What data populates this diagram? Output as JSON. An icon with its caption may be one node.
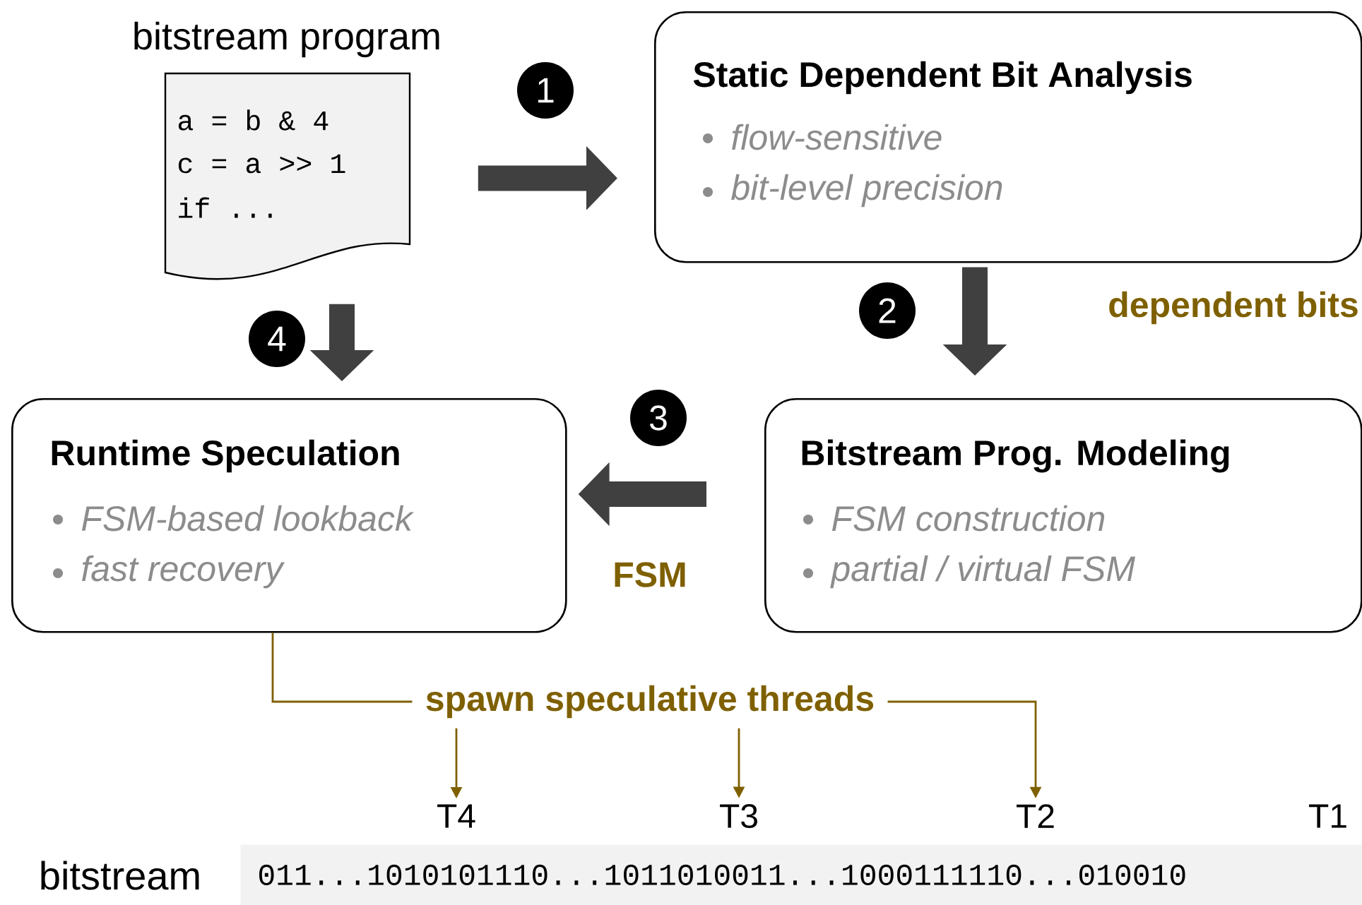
{
  "diagram": {
    "nodes": [
      {
        "text": [
          "bitstream program",
          "a = b & 4",
          "c = a >> 1",
          "if ..."
        ]
      },
      {
        "text": [
          "Static Dependent Bit Analysis",
          "flow-sensitive",
          "bit-level precision"
        ]
      },
      {
        "text": [
          "Bitstream Prog. Modeling",
          "FSM construction",
          "partial / virtual FSM"
        ]
      },
      {
        "text": [
          "Runtime Speculation",
          "FSM-based lookback",
          "fast recovery"
        ]
      },
      {
        "text": [
          "spawn speculative threads"
        ]
      },
      {
        "text": [
          "T4"
        ]
      },
      {
        "text": [
          "T3"
        ]
      },
      {
        "text": [
          "T2"
        ]
      },
      {
        "text": [
          "011...1010101110...1011010011...1000111110...010010"
        ],
        "beside": [
          "bitstream"
        ]
      }
    ],
    "edges": [
      {
        "from": 0,
        "to": 1,
        "arrow": "to",
        "label": "1",
        "style": "thick"
      },
      {
        "from": 1,
        "to": 2,
        "arrow": "to",
        "label": "2",
        "style": "thick"
      },
      {
        "from": 2,
        "to": 3,
        "arrow": "to",
        "label": "3",
        "style": "thick"
      },
      {
        "from": 0,
        "to": 3,
        "arrow": "to",
        "label": "4",
        "style": "thick"
      },
      {
        "from": 3,
        "to": 4,
        "arrow": "none",
        "color": "#7f6000"
      },
      {
        "from": 4,
        "to": 5,
        "arrow": "to",
        "color": "#7f6000"
      },
      {
        "from": 4,
        "to": 6,
        "arrow": "to",
        "color": "#7f6000"
      },
      {
        "from": 4,
        "to": 7,
        "arrow": "to",
        "color": "#7f6000"
      }
    ],
    "labels": [
      "dependent bits",
      "FSM",
      "T1"
    ]
  }
}
